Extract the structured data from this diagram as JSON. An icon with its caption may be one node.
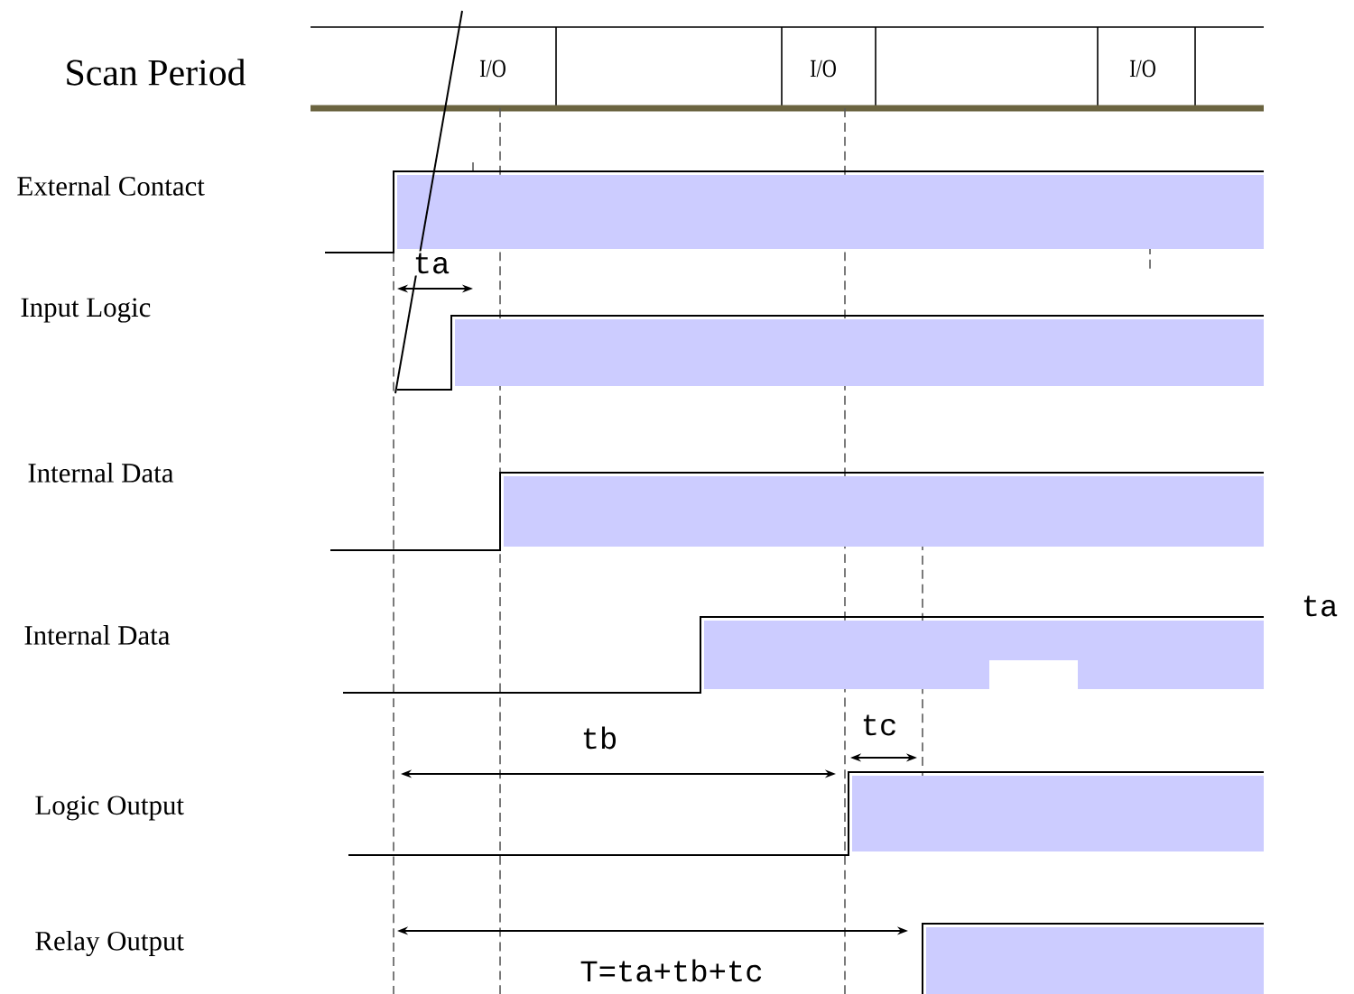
{
  "diagram": {
    "labels": [
      "Scan Period",
      "I/O",
      "I/O",
      "I/O",
      "External Contact",
      "ta",
      "Input Logic",
      "Internal Data",
      "Internal Data",
      "ta",
      "tb",
      "tc",
      "Logic Output",
      "Relay Output",
      "T=ta+tb+tc"
    ]
  }
}
